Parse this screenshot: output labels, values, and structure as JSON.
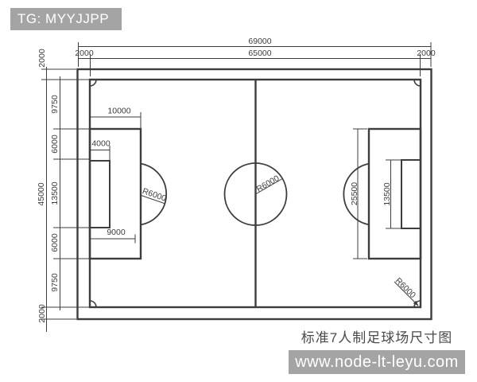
{
  "colors": {
    "bg": "#ffffff",
    "banner_bg": "#a4a4a4",
    "banner_text": "#ffffff",
    "line": "#3d3d3d",
    "ink": "#3d3d3d",
    "caption": "#4a4a4a"
  },
  "header": {
    "tag_label": "TG: MYYJJPP"
  },
  "footer": {
    "site_url": "www.node-lt-leyu.com"
  },
  "caption": {
    "text": "标准7人制足球场尺寸图"
  },
  "diagram": {
    "subject": "standard 7-a-side football field dimension drawing",
    "dims": {
      "top_total": "69000",
      "top_inner": "65000",
      "top_margin_left": "2000",
      "top_margin_right": "2000",
      "left_total": "45000",
      "left_margin_top": "2000",
      "left_margin_bottom": "2000",
      "left_segments": [
        "9750",
        "6000",
        "13500",
        "6000",
        "9750"
      ],
      "penalty_depth": "10000",
      "goal_depth": "4000",
      "penalty_mark": "9000",
      "penalty_width": "25500",
      "goal_width": "13500",
      "radius_center": "R6000",
      "radius_penalty": "R6000",
      "radius_corner": "R6000"
    }
  }
}
